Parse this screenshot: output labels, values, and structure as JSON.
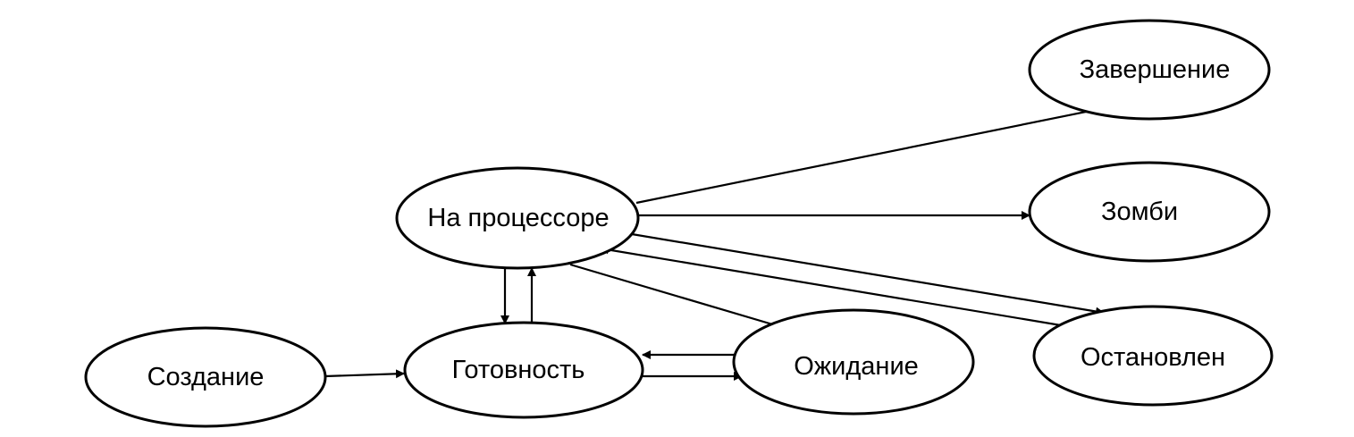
{
  "nodes": {
    "sozdanie": "Создание",
    "gotovnost": "Готовность",
    "na_processore": "На процессоре",
    "ozhidanie": "Ожидание",
    "zavershenie": "Завершение",
    "zombi": "Зомби",
    "ostanovlen": "Остановлен"
  },
  "edges": [
    {
      "from": "sozdanie",
      "to": "gotovnost"
    },
    {
      "from": "gotovnost",
      "to": "na_processore"
    },
    {
      "from": "na_processore",
      "to": "gotovnost"
    },
    {
      "from": "gotovnost",
      "to": "ozhidanie"
    },
    {
      "from": "ozhidanie",
      "to": "gotovnost"
    },
    {
      "from": "na_processore",
      "to": "ozhidanie"
    },
    {
      "from": "na_processore",
      "to": "zavershenie"
    },
    {
      "from": "na_processore",
      "to": "zombi"
    },
    {
      "from": "na_processore",
      "to": "ostanovlen"
    },
    {
      "from": "ostanovlen",
      "to": "na_processore"
    }
  ]
}
